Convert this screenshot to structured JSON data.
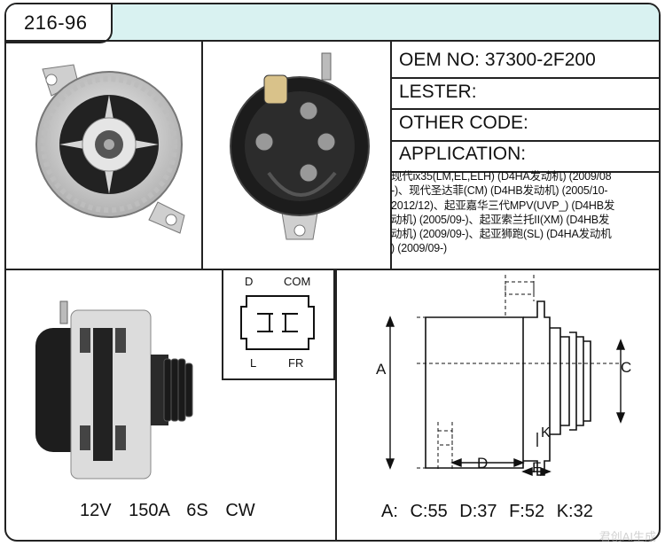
{
  "header": {
    "code": "216-96"
  },
  "info": {
    "oem": "OEM NO: 37300-2F200",
    "lester": "LESTER:",
    "other_code": "OTHER CODE:",
    "application": "APPLICATION:",
    "application_lines": [
      "现代ix35(LM,EL,ELH) (D4HA发动机) (2009/08",
      "-)、现代圣达菲(CM) (D4HB发动机) (2005/10-",
      "2012/12)、起亚嘉华三代MPV(UVP_) (D4HB发",
      "动机) (2005/09-)、起亚索兰托II(XM) (D4HB发",
      "动机) (2009/09-)、起亚狮跑(SL) (D4HA发动机",
      ") (2009/09-)"
    ]
  },
  "connector": {
    "d": "D",
    "com": "COM",
    "l": "L",
    "fr": "FR"
  },
  "specs": {
    "line": "12V 150A 6S CW"
  },
  "diagram": {
    "a": "A",
    "c": "C",
    "d": "D",
    "f": "F",
    "k": "K"
  },
  "dimensions": {
    "a": "A:",
    "c": "C:55",
    "d": "D:37",
    "f": "F:52",
    "k": "K:32"
  },
  "watermark": "君创AI生成",
  "colors": {
    "header_bg": "#d9f2f1",
    "border": "#222222"
  }
}
